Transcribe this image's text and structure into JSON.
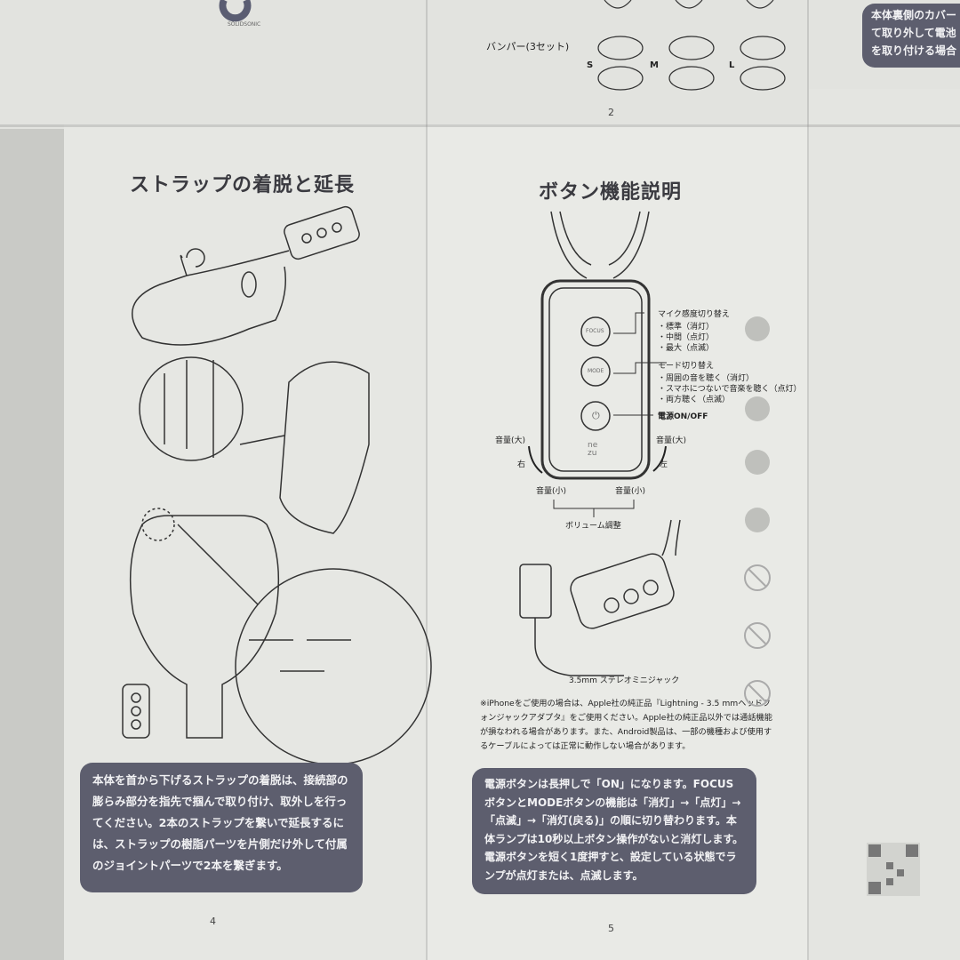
{
  "top": {
    "logo_text": "SOLIDSONIC",
    "bumper_label": "バンパー(3セット)",
    "sizes": [
      "S",
      "M",
      "L"
    ],
    "page_number": "2",
    "right_box_lines": [
      "本体裏側のカバー",
      "て取り外して電池",
      "を取り付ける場合"
    ]
  },
  "left_page": {
    "title": "ストラップの着脱と延長",
    "info_box": "本体を首から下げるストラップの着脱は、接続部の膨らみ部分を指先で掴んで取り付け、取外しを行ってください。2本のストラップを繋いで延長するには、ストラップの樹脂パーツを片側だけ外して付属のジョイントパーツで2本を繋ぎます。",
    "page_number": "4"
  },
  "right_page": {
    "title": "ボタン機能説明",
    "device": {
      "buttons": [
        "FOCUS",
        "MODE",
        "⏻"
      ],
      "brand_mark": [
        "ne",
        "zu"
      ]
    },
    "callouts": {
      "mic": {
        "title": "マイク感度切り替え",
        "items": [
          "・標準（消灯）",
          "・中間（点灯）",
          "・最大（点滅）"
        ]
      },
      "mode": {
        "title": "モード切り替え",
        "items": [
          "・周囲の音を聴く（消灯）",
          "・スマホにつないで音楽を聴く（点灯）",
          "・両方聴く（点滅）"
        ]
      },
      "power": {
        "title": "電源ON/OFF"
      }
    },
    "volume": {
      "up_left": "音量(大)",
      "up_right": "音量(大)",
      "down_left": "音量(小)",
      "down_right": "音量(小)",
      "right_dir": "右",
      "left_dir": "左",
      "caption": "ボリューム調整"
    },
    "jack_label": "3.5mm ステレオミニジャック",
    "iphone_note": "※iPhoneをご使用の場合は、Apple社の純正品『Lightning - 3.5 mmヘッドフォンジャックアダプタ』をご使用ください。Apple社の純正品以外では通話機能が損なわれる場合があります。また、Android製品は、一部の機種および使用するケーブルによっては正常に動作しない場合があります。",
    "info_box": "電源ボタンは長押しで「ON」になります。FOCUSボタンとMODEボタンの機能は「消灯」→「点灯」→「点滅」→「消灯(戻る)」の順に切り替わります。本体ランプは10秒以上ボタン操作がないと消灯します。電源ボタンを短く1度押すと、設定している状態でランプが点灯または、点滅します。",
    "page_number": "5"
  },
  "colors": {
    "paper": "#e6e7e3",
    "box": "#5d5e6e",
    "background": "#c9cac6"
  }
}
